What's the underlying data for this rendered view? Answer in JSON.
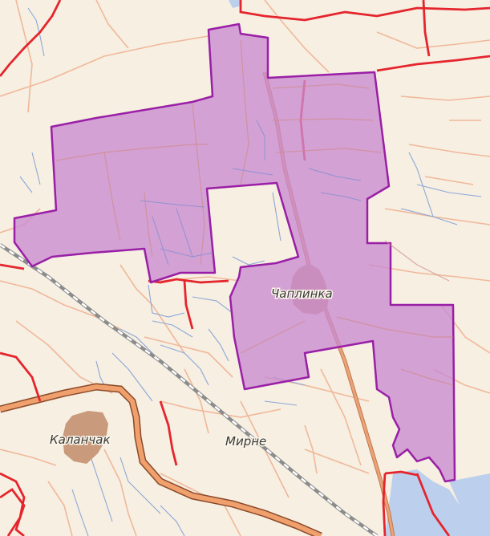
{
  "map": {
    "colors": {
      "land": "#f6efe2",
      "region_fill": "#c98ad0",
      "region_border": "#9a1fa6",
      "settlement_fill": "#c99a7c",
      "road_major": "#e08a58",
      "road_major_casing": "#8a4a2a",
      "road_minor": "#f1b89a",
      "admin_border": "#e5252d",
      "canal": "#8da7d8",
      "railway": "#8c8c8c",
      "water": "#bcd0ee"
    },
    "labels": {
      "chaplynka": "Чаплинка",
      "kalanchak": "Каланчак",
      "myrne": "Мирне"
    }
  }
}
